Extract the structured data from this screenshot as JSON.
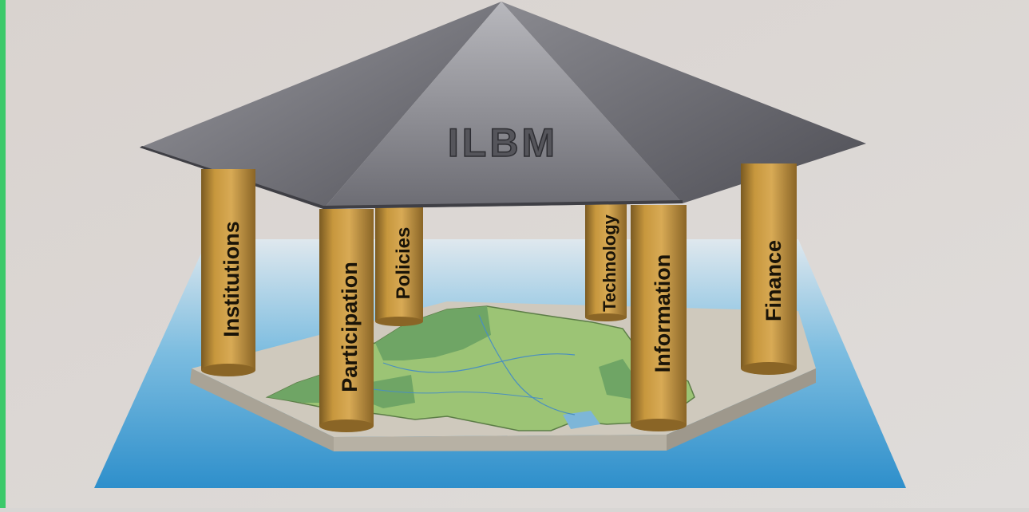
{
  "diagram": {
    "roof_label": "ILBM",
    "pillars": [
      {
        "id": "institutions",
        "label": "Institutions"
      },
      {
        "id": "policies",
        "label": "Policies"
      },
      {
        "id": "participation",
        "label": "Participation"
      },
      {
        "id": "technology",
        "label": "Technology"
      },
      {
        "id": "information",
        "label": "Information"
      },
      {
        "id": "finance",
        "label": "Finance"
      }
    ]
  },
  "colors": {
    "pillar": "#b8862f",
    "roof": "#6e6e74",
    "water": "#3c9ad0",
    "land": "#8cbe6a",
    "platform": "#d8d3c8"
  }
}
